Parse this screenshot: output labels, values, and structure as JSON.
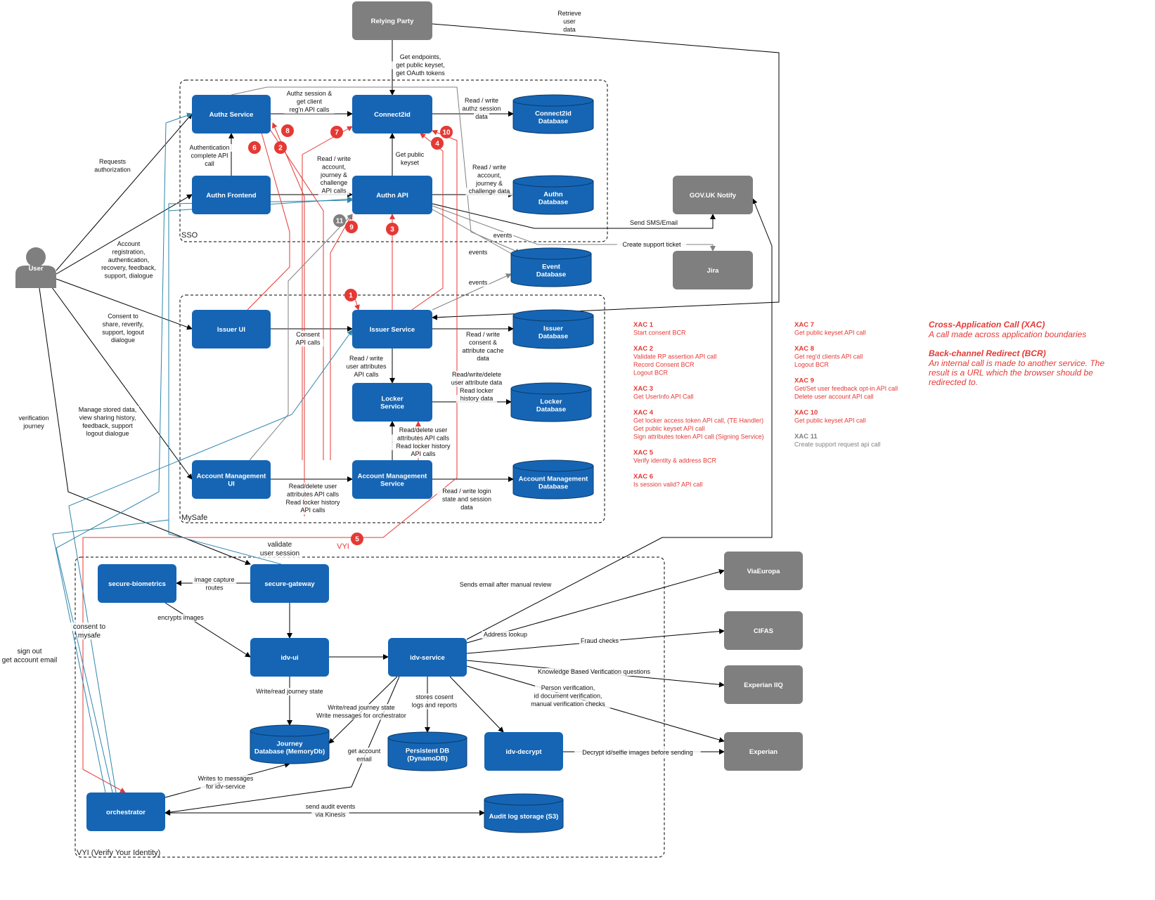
{
  "colors": {
    "node_blue": "#1565b4",
    "node_gray": "#7f7f7f",
    "edge_black": "#000000",
    "xac_red": "#e53935",
    "xac_gray": "#808080",
    "link_teal": "#2e86ab"
  },
  "zones": {
    "sso": "SSO",
    "mysafe": "MySafe",
    "vyi": "VYI (Verify Your Identity)"
  },
  "actor": {
    "user": "User"
  },
  "nodes": {
    "relying_party": "Relying Party",
    "authz_service": "Authz Service",
    "connect2id": "Connect2id",
    "connect2id_db": [
      "Connect2id",
      "Database"
    ],
    "authn_frontend": "Authn Frontend",
    "authn_api": "Authn API",
    "authn_db": [
      "Authn",
      "Database"
    ],
    "govuk_notify": "GOV.UK Notify",
    "jira": "Jira",
    "event_db": [
      "Event",
      "Database"
    ],
    "issuer_ui": "Issuer UI",
    "issuer_service": "Issuer Service",
    "issuer_db": [
      "Issuer",
      "Database"
    ],
    "locker_service": [
      "Locker",
      "Service"
    ],
    "locker_db": [
      "Locker",
      "Database"
    ],
    "am_ui": [
      "Account Management",
      "UI"
    ],
    "am_service": [
      "Account Management",
      "Service"
    ],
    "am_db": [
      "Account Management",
      "Database"
    ],
    "secure_biometrics": "secure-biometrics",
    "secure_gateway": "secure-gateway",
    "idv_ui": "idv-ui",
    "idv_service": "idv-service",
    "journey_db": [
      "Journey",
      "Database (MemoryDb)"
    ],
    "persistent_db": [
      "Persistent DB",
      "(DynamoDB)"
    ],
    "idv_decrypt": "idv-decrypt",
    "audit_log": "Audit log storage (S3)",
    "orchestrator": "orchestrator",
    "viaeuropa": "ViaEuropa",
    "cifas": "CIFAS",
    "experian_iiq": "Experian IIQ",
    "experian": "Experian"
  },
  "edge_labels": {
    "retrieve_user_data": [
      "Retrieve",
      "user",
      "data"
    ],
    "get_endpoints": [
      "Get endpoints,",
      "get public keyset,",
      "get OAuth tokens"
    ],
    "authz_session": [
      "Authz session &",
      "get client",
      "reg'n API calls"
    ],
    "read_write_authz": [
      "Read / write",
      "authz session",
      "data"
    ],
    "auth_complete": [
      "Authentication",
      "complete API",
      "call"
    ],
    "get_public_keyset": [
      "Get public",
      "keyset"
    ],
    "rw_account_journey": [
      "Read / write",
      "account,",
      "journey &",
      "challenge",
      "API calls"
    ],
    "rw_account_journey_data": [
      "Read / write",
      "account,",
      "journey &",
      "challenge data"
    ],
    "requests_authorization": [
      "Requests",
      "authorization"
    ],
    "account_registration": [
      "Account",
      "registration,",
      "authentication,",
      "recovery, feedback,",
      "support, dialogue"
    ],
    "send_sms_email": "Send SMS/Email",
    "create_support_ticket": "Create support ticket",
    "events_1": "events",
    "events_2": "events",
    "events_3": "events",
    "consent_dialogue": [
      "Consent to",
      "share, reverify,",
      "support, logout",
      "dialogue"
    ],
    "consent_api": [
      "Consent",
      "API calls"
    ],
    "rw_consent": [
      "Read / write",
      "consent &",
      "attribute cache",
      "data"
    ],
    "rw_user_attributes": [
      "Read / write",
      "user attributes",
      "API calls"
    ],
    "rwd_user_attribute": [
      "Read/write/delete",
      "user attribute data",
      "Read locker",
      "history data"
    ],
    "rd_user_attr_api": [
      "Read/delete user",
      "attributes API calls",
      "Read locker history",
      "API calls"
    ],
    "manage_stored_data": [
      "Manage stored data,",
      "view sharing history,",
      "feedback, support",
      "logout dialogue"
    ],
    "rd_user_attr_api_2": [
      "Read/delete user",
      "attributes API calls",
      "Read locker history",
      "API calls"
    ],
    "rw_login_state": [
      "Read / write login",
      "state and session",
      "data"
    ],
    "verification_journey": [
      "verification",
      "journey"
    ],
    "vyi_tag": "VYI",
    "validate_user_session": [
      "validate",
      "user session"
    ],
    "image_capture": [
      "image capture",
      "routes"
    ],
    "encrypts_images": "encrypts images",
    "consent_to_mysafe": [
      "consent to",
      "mysafe"
    ],
    "sign_out": [
      "sign out",
      "get account email"
    ],
    "write_read_journey": "Write/read journey state",
    "write_read_journey_2": [
      "Write/read journey state",
      "Write messages for orchestrator"
    ],
    "stores_consent": [
      "stores cosent",
      "logs and reports"
    ],
    "get_account_email": [
      "get account",
      "email"
    ],
    "writes_messages": [
      "Writes to messages",
      "for idv-service"
    ],
    "send_audit_events": [
      "send audit events",
      "via Kinesis"
    ],
    "sends_email_manual": "Sends email after manual review",
    "address_lookup": "Address lookup",
    "fraud_checks": "Fraud checks",
    "kbv": "Knowledge Based Verification questions",
    "person_verification": [
      "Person verification,",
      "id document verification,",
      "manual verification checks"
    ],
    "decrypt_images": "Decrypt id/selfie images before sending"
  },
  "badges": [
    "1",
    "2",
    "3",
    "4",
    "5",
    "6",
    "7",
    "8",
    "9",
    "10",
    "11"
  ],
  "legend_left": [
    {
      "head": "XAC 1",
      "lines": [
        "Start consent BCR"
      ]
    },
    {
      "head": "XAC 2",
      "lines": [
        "Validate RP assertion API call",
        "Record Consent BCR",
        "Logout BCR"
      ]
    },
    {
      "head": "XAC 3",
      "lines": [
        "Get UserInfo API Call"
      ]
    },
    {
      "head": "XAC 4",
      "lines": [
        "Get locker access token API call, (TE Handler)",
        "Get public keyset API call",
        "Sign attributes token API call (Signing Service)"
      ]
    },
    {
      "head": "XAC 5",
      "lines": [
        "Verify identity & address BCR"
      ]
    },
    {
      "head": "XAC 6",
      "lines": [
        "Is session valid? API call"
      ]
    }
  ],
  "legend_right": [
    {
      "head": "XAC 7",
      "lines": [
        "Get public keyset API call"
      ]
    },
    {
      "head": "XAC 8",
      "lines": [
        "Get reg'd clients API call",
        "Logout BCR"
      ]
    },
    {
      "head": "XAC 9",
      "lines": [
        "Get/Set user feedback opt-in API call",
        "Delete user account API call"
      ]
    },
    {
      "head": "XAC 10",
      "lines": [
        "Get public keyset API call"
      ]
    },
    {
      "head": "XAC 11",
      "lines": [
        "Create support request api call"
      ]
    }
  ],
  "definitions": {
    "xac_title": "Cross-Application Call (XAC)",
    "xac_desc": "A call made across application boundaries",
    "bcr_title": "Back-channel Redirect (BCR)",
    "bcr_desc": [
      "An internal call is made to another service. The",
      "result is a URL which the browser should be",
      "redirected to."
    ]
  }
}
